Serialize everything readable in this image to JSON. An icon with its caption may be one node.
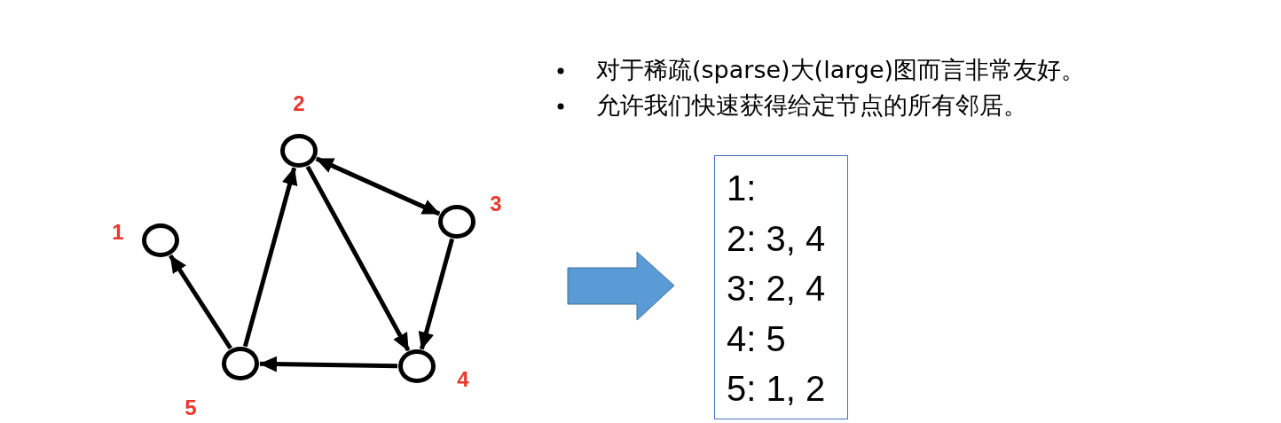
{
  "diagram": {
    "nodes": [
      {
        "text": [],
        "shape": "circle",
        "beside": [
          "1"
        ]
      },
      {
        "text": [],
        "shape": "circle",
        "beside": [
          "2"
        ]
      },
      {
        "text": [],
        "shape": "circle",
        "beside": [
          "3"
        ]
      },
      {
        "text": [],
        "shape": "circle",
        "beside": [
          "4"
        ]
      },
      {
        "text": [],
        "shape": "circle",
        "beside": [
          "5"
        ]
      },
      {
        "text": [
          "1:",
          "2: 3, 4",
          "3: 2, 4",
          "4: 5",
          "5: 1, 2"
        ]
      }
    ],
    "edges": [
      {
        "from": 4,
        "to": 0,
        "arrow": "to"
      },
      {
        "from": 4,
        "to": 1,
        "arrow": "to"
      },
      {
        "from": 1,
        "to": 3,
        "arrow": "to"
      },
      {
        "from": 1,
        "to": 2,
        "arrow": "both"
      },
      {
        "from": 2,
        "to": 3,
        "arrow": "to"
      },
      {
        "from": 3,
        "to": 4,
        "arrow": "to"
      }
    ],
    "labels": [
      "对于稀疏(sparse)大(large)图而言非常友好。",
      "允许我们快速获得给定节点的所有邻居。"
    ]
  }
}
